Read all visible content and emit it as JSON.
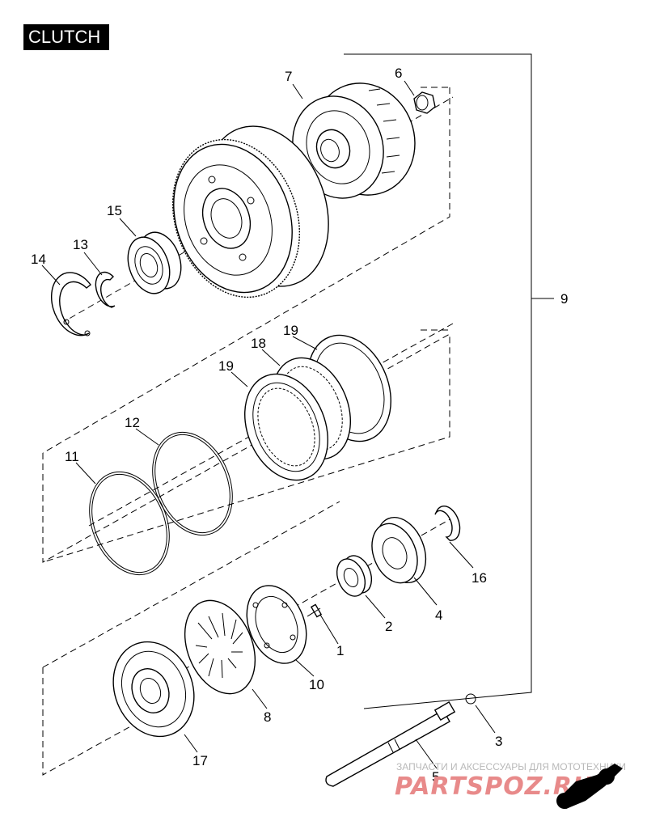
{
  "title": "CLUTCH",
  "callouts": {
    "c1": "1",
    "c2": "2",
    "c3": "3",
    "c4": "4",
    "c5": "5",
    "c6": "6",
    "c7": "7",
    "c8": "8",
    "c9": "9",
    "c10": "10",
    "c11": "11",
    "c12": "12",
    "c13": "13",
    "c14": "14",
    "c15": "15",
    "c16": "16",
    "c17": "17",
    "c18": "18",
    "c19a": "19",
    "c19b": "19"
  },
  "watermark": {
    "text": "ЗАПЧАСТИ И АКСЕССУАРЫ ДЛЯ МОТОТЕХНИКИ",
    "brand": "PARTSPOZ.RU"
  },
  "colors": {
    "line": "#000000",
    "watermark_brand": "#e88a8a",
    "watermark_text": "#b9b9b9"
  }
}
